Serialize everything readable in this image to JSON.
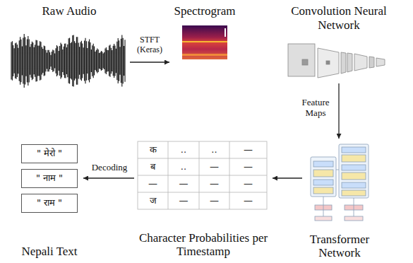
{
  "diagram": {
    "nodes": [
      {
        "text": [
          "Raw Audio"
        ]
      },
      {
        "text": [
          "Spectrogram"
        ]
      },
      {
        "text": [
          "Convolution Neural Network"
        ]
      },
      {
        "text": [
          "Nepali Text"
        ]
      },
      {
        "text": [
          "\" मेरो \""
        ],
        "in": 3
      },
      {
        "text": [
          "\" नाम \""
        ],
        "in": 3
      },
      {
        "text": [
          "\" राम \""
        ],
        "in": 3
      },
      {
        "text": [
          "Character Probabilities per Timestamp"
        ]
      },
      {
        "text": [
          "Transformer Network"
        ]
      }
    ],
    "edges": [
      {
        "from": 0,
        "to": 1,
        "arrow": "to",
        "label": "STFT (Keras)"
      },
      {
        "from": 2,
        "to": 8,
        "arrow": "to",
        "label": "Feature Maps"
      },
      {
        "from": 8,
        "to": 7,
        "arrow": "to"
      },
      {
        "from": 7,
        "to": 3,
        "arrow": "to",
        "label": "Decoding"
      }
    ],
    "labels": [
      "क",
      "..",
      "..",
      "—",
      "ब",
      "..",
      "—",
      "—",
      "—",
      "—",
      "—",
      "—",
      "ज",
      "—",
      "—",
      "—"
    ]
  }
}
